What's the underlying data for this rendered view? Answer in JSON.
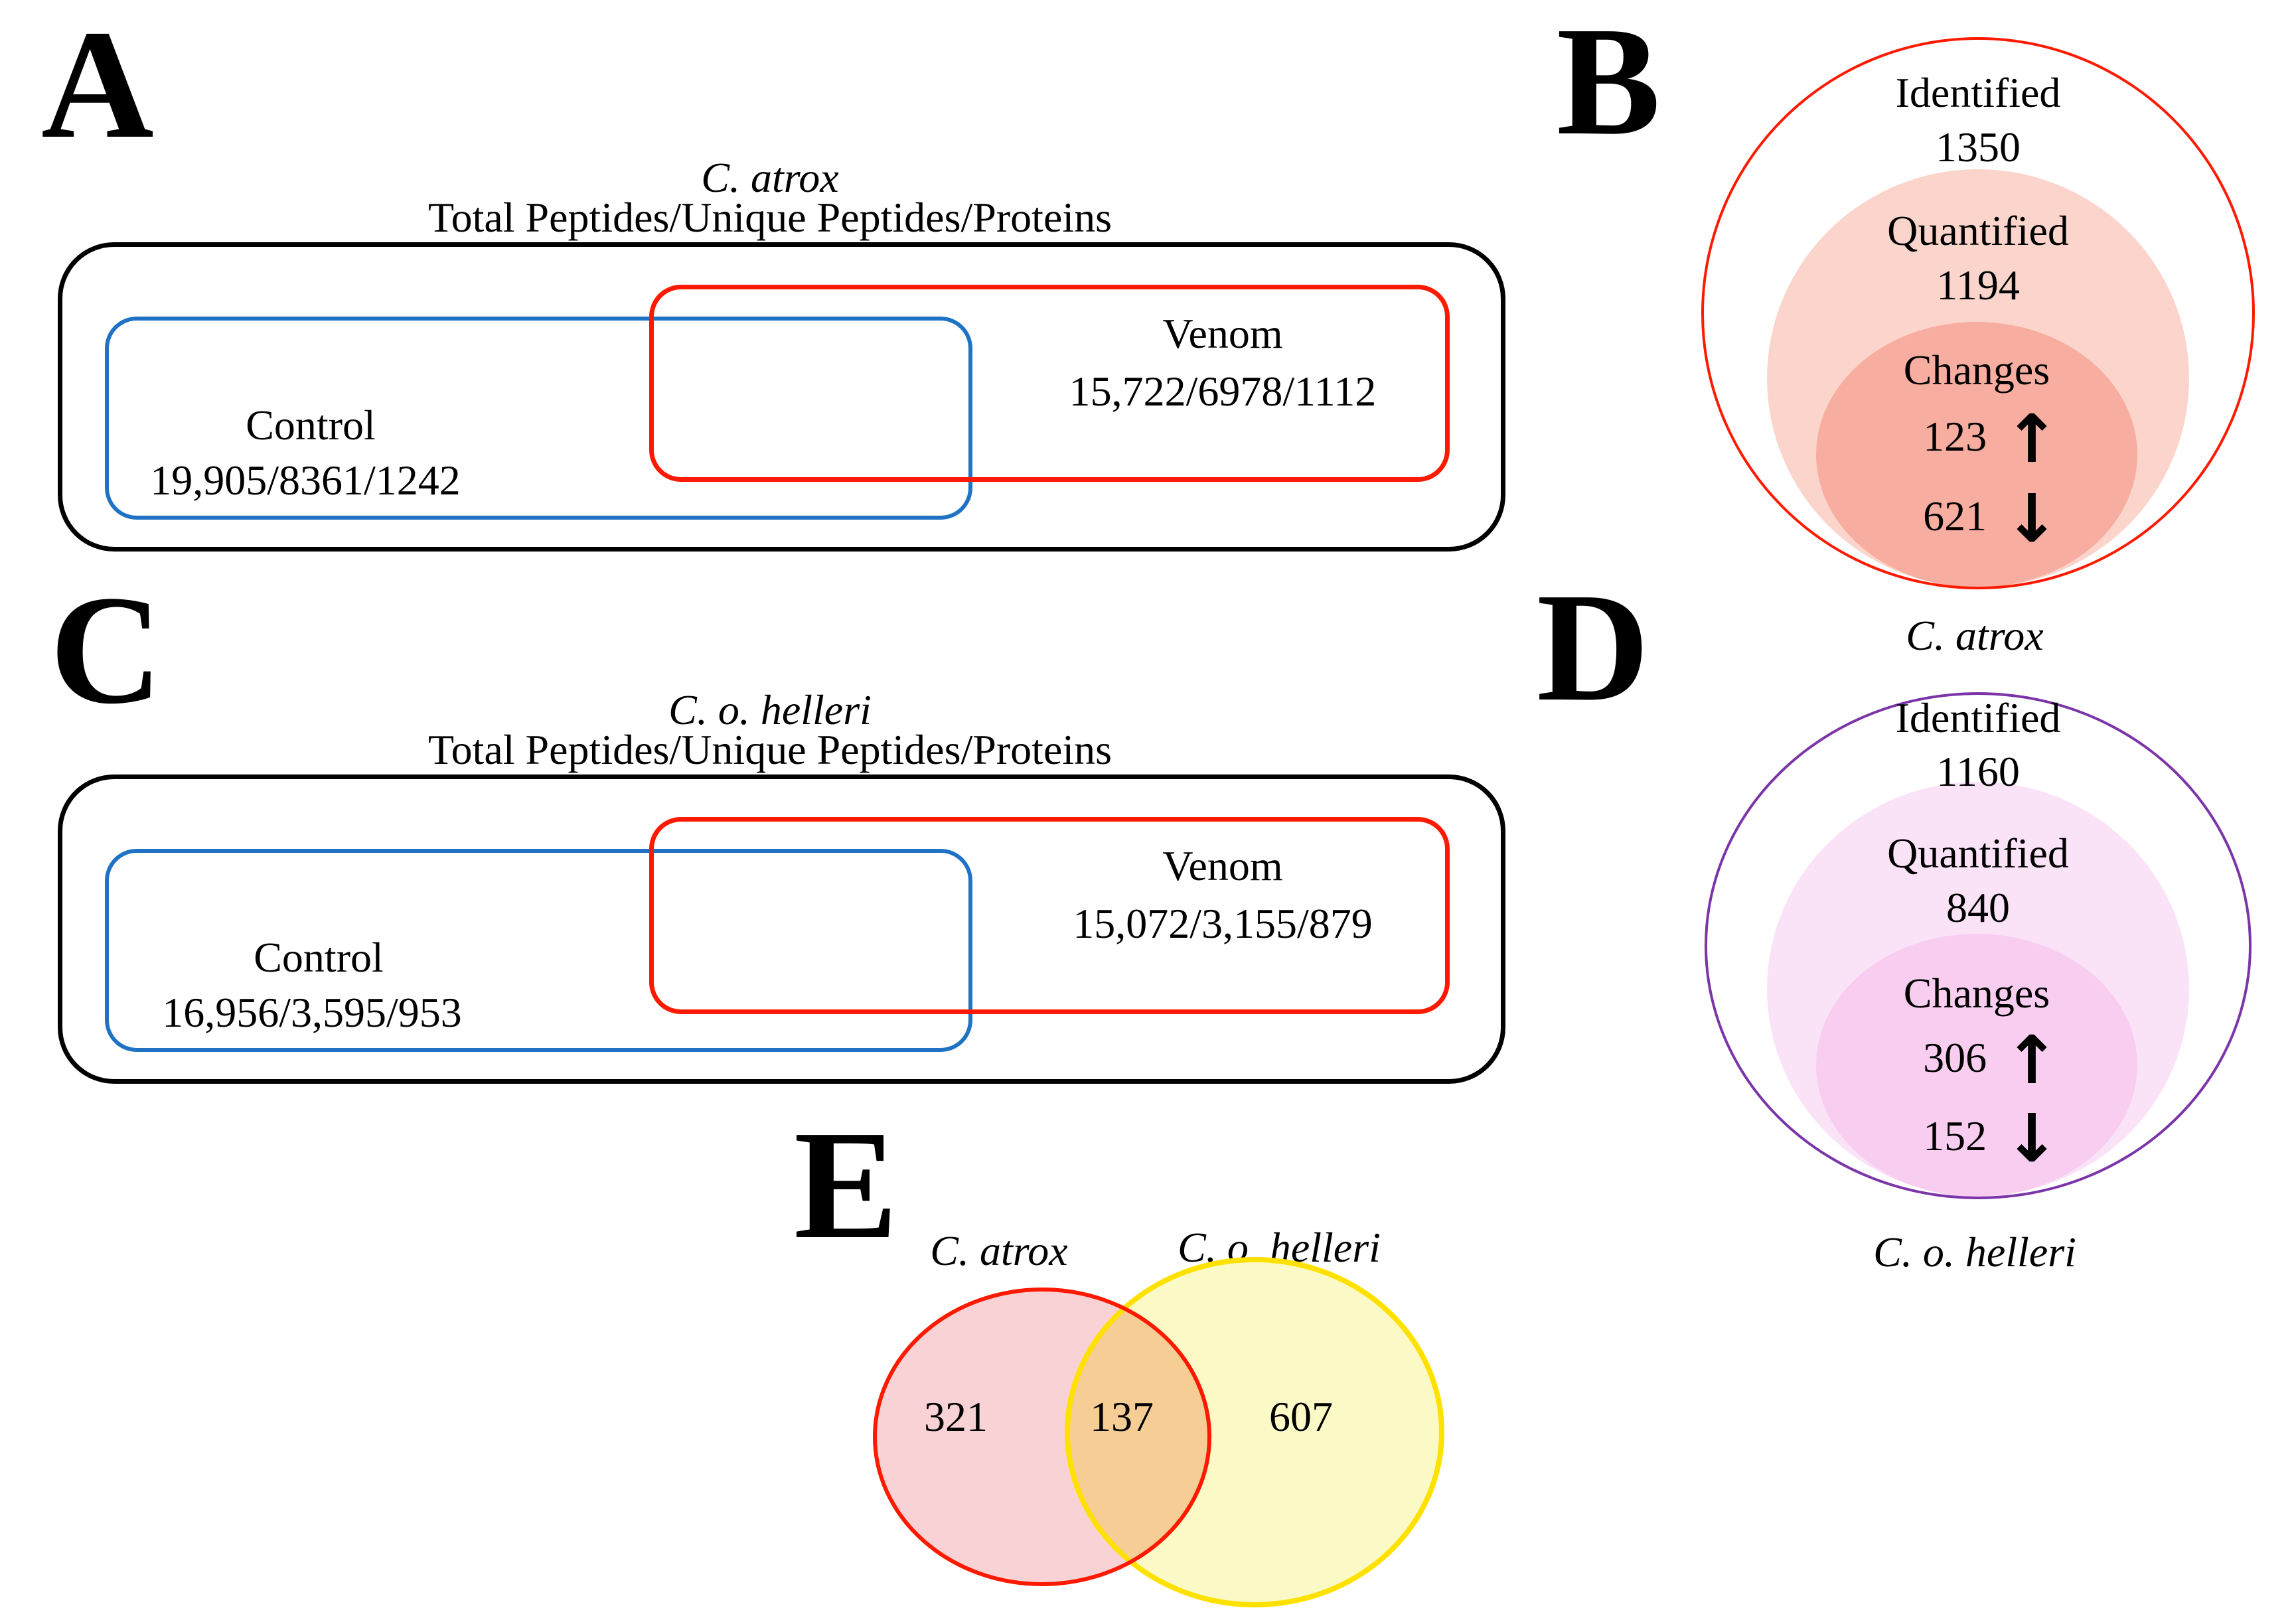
{
  "panels": {
    "a": {
      "letter": "A",
      "species": "C. atrox",
      "subtitle": "Total Peptides/Unique Peptides/Proteins",
      "control_label": "Control",
      "control_values": "19,905/8361/1242",
      "venom_label": "Venom",
      "venom_values": "15,722/6978/1112"
    },
    "b": {
      "letter": "B",
      "identified_label": "Identified",
      "identified_value": "1350",
      "quantified_label": "Quantified",
      "quantified_value": "1194",
      "changes_label": "Changes",
      "up_value": "123",
      "down_value": "621",
      "species": "C. atrox"
    },
    "c": {
      "letter": "C",
      "species": "C. o. helleri",
      "subtitle": "Total Peptides/Unique Peptides/Proteins",
      "control_label": "Control",
      "control_values": "16,956/3,595/953",
      "venom_label": "Venom",
      "venom_values": "15,072/3,155/879"
    },
    "d": {
      "letter": "D",
      "identified_label": "Identified",
      "identified_value": "1160",
      "quantified_label": "Quantified",
      "quantified_value": "840",
      "changes_label": "Changes",
      "up_value": "306",
      "down_value": "152",
      "species": "C. o. helleri"
    },
    "e": {
      "letter": "E",
      "left_label": "C. atrox",
      "right_label": "C. o. helleri",
      "left_value": "321",
      "overlap_value": "137",
      "right_value": "607"
    }
  },
  "icons": {
    "up_arrow": "↑",
    "down_arrow": "↓"
  },
  "colors": {
    "black_outline": "#000000",
    "blue_outline": "#1F72C4",
    "red_outline": "#FE1A00",
    "purple_outline": "#7B35A8",
    "b_quantified_fill": "#FBD5CC",
    "b_changes_fill": "#F7AEA0",
    "d_quantified_fill": "#FAE3F7",
    "d_changes_fill": "#F8CDF0",
    "e_atrox_fill": "#F8D2D4",
    "e_helleri_fill": "#FBFAC6",
    "e_overlap_fill": "#F5CD95",
    "e_yellow_stroke": "#FFE100"
  }
}
